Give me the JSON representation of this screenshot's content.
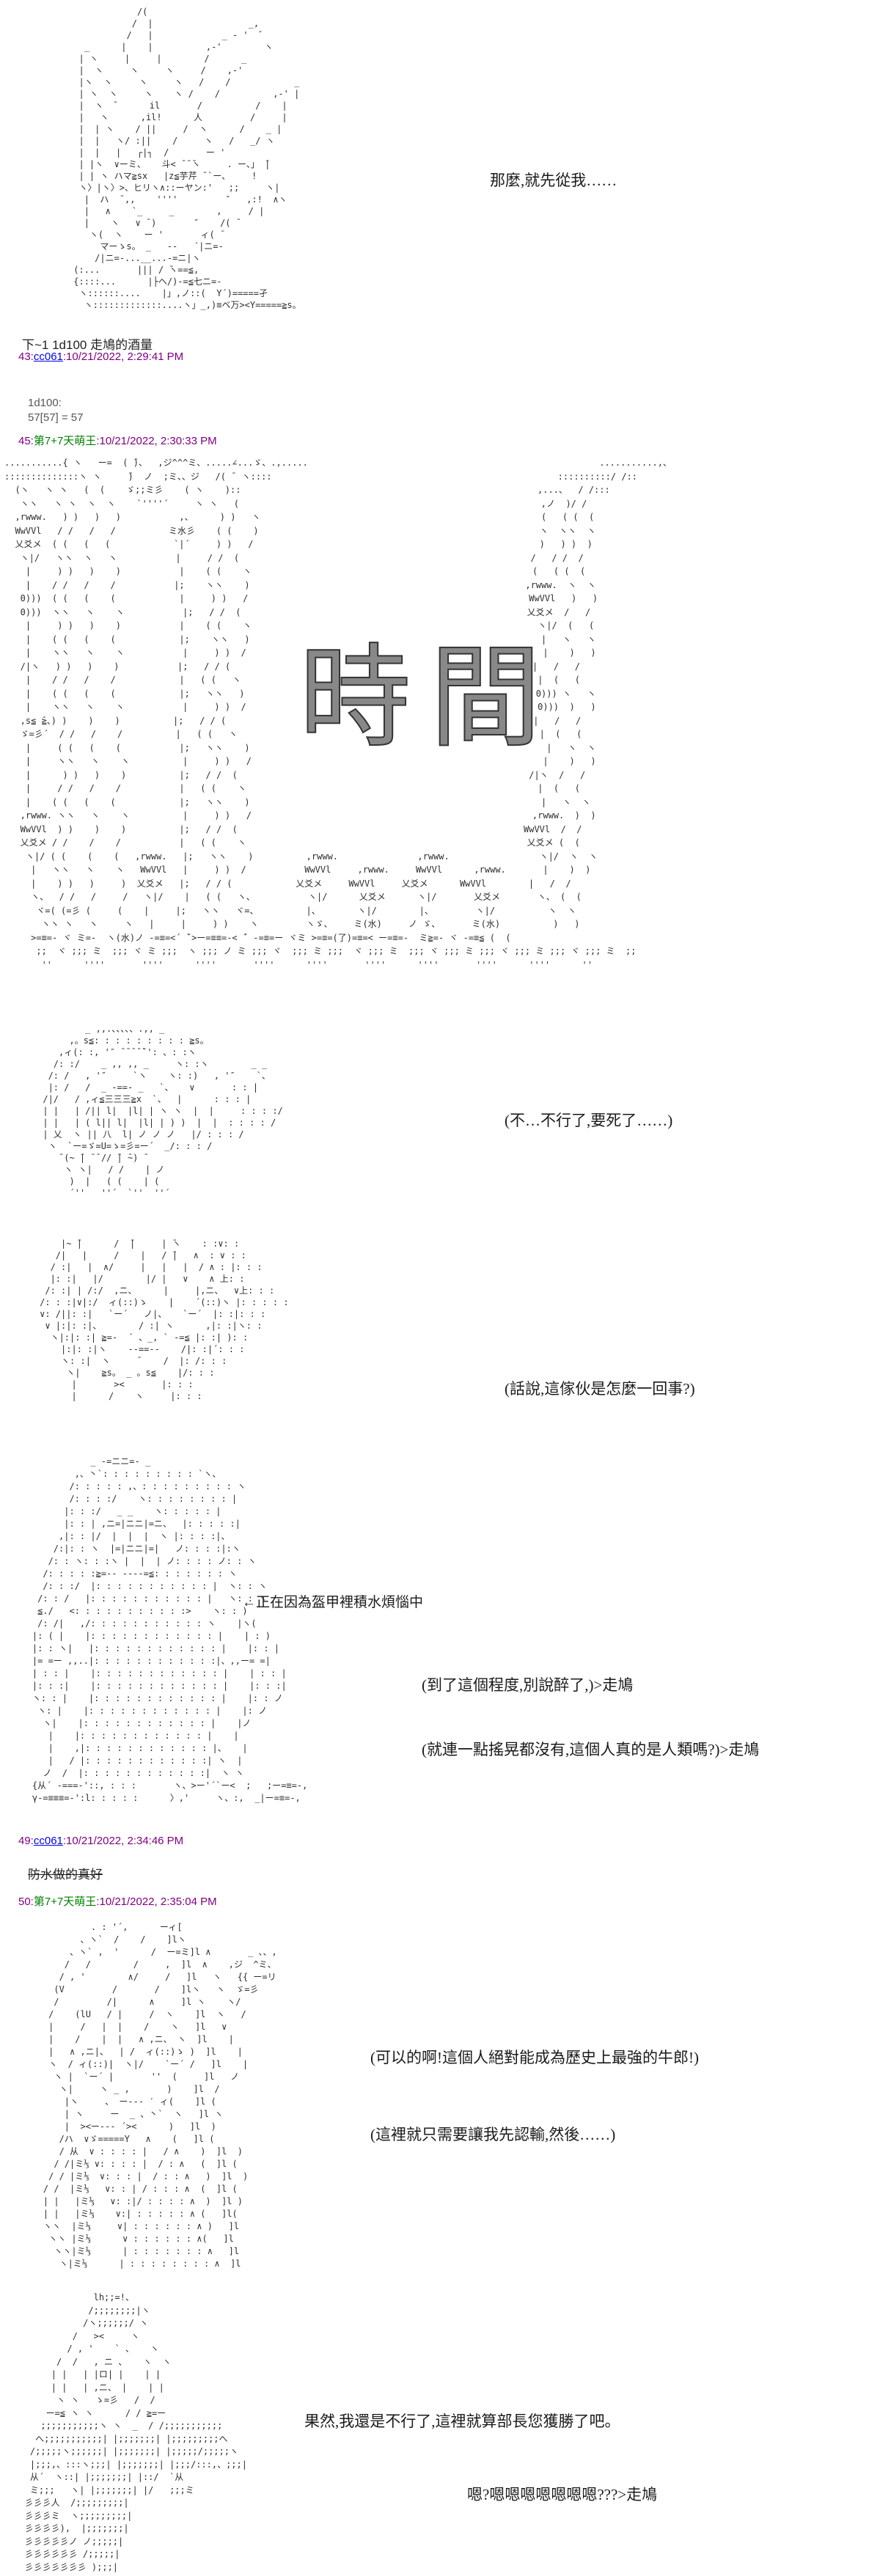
{
  "colors": {
    "header_purple": "#800080",
    "link_blue": "#0000EE",
    "name_green": "#008000",
    "body_text": "#000000"
  },
  "intro": {
    "dialogue": "那麼,就先從我……",
    "anchor": "下~1 1d100 走鳩的酒量",
    "aa": [
      "                      /(",
      "                     /  |                  _,",
      "                    /   |             _ - '  ゛",
      "            _      |    |          ,-'        ヽ",
      "           | ヽ     |     |        /      _",
      "           |  ヽ     ヽ     ヽ     /    ,-'",
      "           |ヽ  ヽ     ヽ     ヽ   /    /            _",
      "           | ヽ  ヽ     ヽ    ヽ /    /          ,-' |",
      "           |  ヽ  ゛     il       /          /    |",
      "           |   ヽ      ,il!      人         /     |",
      "           |  | ヽ    / ||     /  ヽ      /    _ |",
      "           |  |   ヽ/ :||    /     ヽ   /   _/ ヽ",
      "           |  |   |   ┌|┐  /       ー '",
      "           | |ヽ  ∨ーミ、   斗< ̄ ̄ ̄ヽ     . ー、」 ̄|",
      "           | | ヽ ハマ≧sx   |z≦芋芹 ̄ `ー、    !",
      "           ヽ〉|ヽ〉>、ヒリヽ∧::ーヤン:'   ;;     ヽ|",
      "            |  ハ  ̄ ,,    ''''         ″   ,:!  ∧ヽ",
      "            |   ∧    `_     _        ,     / |",
      "            |    ヽ   ∨ ̄ )       ″    /( ̄",
      "             ヽ(  ヽ    ー '       ィ( ̄",
      "               マーゝs。 _   -‐   ´|ニ=-",
      "              /|ニ=-...__...-=ニ|ヽ",
      "          (:...       ||| / ̄ヽ==≦,",
      "          {::::...      |├ヘ/)-=≦七ニ=-",
      "           ヽ::::::....    |」,ノ::(  Y´)=====孑",
      "            ヽ:::::::::::::....ヽ」_,)≡ベ万><Y=====≧s。"
    ]
  },
  "post43": {
    "no": "43:",
    "name": "cc061",
    "date": ":10/21/2022, 2:29:41 PM",
    "dice_label": "1d100:",
    "dice_result": "57[57] = 57"
  },
  "post45": {
    "no": "45:",
    "name": "第7+7天萌王",
    "date": ":10/21/2022, 2:30:33 PM",
    "time_kanji": "時間",
    "d_dying": "(不…不行了,要死了……)",
    "d_what": "(話說,這傢伙是怎麼一回事?)",
    "arrow_note": "←正在因為盔甲裡積水煩惱中",
    "d_drunk": "(到了這個程度,別說醉了,)>走鳩",
    "d_human": "(就連一點搖晃都沒有,這個人真的是人類嗎?)>走鳩",
    "aa_frame": [
      "...........{ ヽ   ー=  ( ̄)、  ,ジ^^^ミ、.....∠...ゞ、.,.....                                                       ...........,、",
      "::::::::::::::ヽ ヽ     ̄)  ノ  ;ミ、、ジ   /( ̄  ヽ::::                                                      ::::::::::/ /::",
      "  (ヽ   ヽ ヽ   (  (    ゞ;;ミ彡    ( ヽ    )::                                                        ,...、  / /:::",
      "   ヽヽ   ヽ ヽ  ヽ  ヽ    `''''´     ヽ ヽ   (                                                         ,ノ  )/ /",
      "  ,rwww.   ) )   )   )           ,、     ) )   ヽ                                                     (   ( (  (",
      "  WwVVl   / /   /   /          ミ水彡    ( (    )                                                     ヽ  ヽヽ  ヽ",
      "  乂爻メ  ( (   (   (            `|´     ) )   /                                                      )   ) )  )",
      "   ヽ|/   ヽヽ  ヽ   ヽ           |     / /  (                                                       /   / /  /",
      "    |     ) )   )    )           |    ( (    ヽ                                                     (   ( (  (",
      "    |    / /   /    /           |;    ヽヽ    )                                                    ,rwww.  ヽ  ヽ",
      "   0)))  ( (   (    (            |     ) )   /                                                     WwVVl   )   )",
      "   0)))  ヽヽ   ヽ    ヽ           |;   / /  (                                                      乂爻メ  /   /",
      "    |     ) )   )    )           |    ( (    ヽ                                                      ヽ|/  (   (",
      "    |    ( (   (    (            |;    ヽヽ   )                                                       |   ヽ   ヽ",
      "    |    ヽヽ   ヽ    ヽ           |     ) )  /                                                        |    )   )",
      "   /|ヽ   ) )   )    )           |;   / / (                                                         |   /   /",
      "    |    / /   /    /            |   ( (   ヽ                                                        |  (   (",
      "    |    ( (   (    (            |;   ヽヽ   )                                                       0))) ヽ   ヽ",
      "    |    ヽヽ   ヽ    ヽ           |     ) )  /                                                       0)))  )   )",
      "   ,s≦ ̄≧、) )    )    )          |;   / / (                                                          |   /   /",
      "   ゞ=彡´  / /   /    /          |   ( (   ヽ                                                         |  (   (",
      "    |     ( (   (    (           |;   ヽヽ    )                                                        |   ヽ  ヽ",
      "    |     ヽヽ   ヽ    ヽ          |     ) )   /                                                       |    )   )",
      "    |      ) )   )    )          |;   / /  (                                                       /|ヽ  /   /",
      "    |     / /   /    /           |   ( (    ヽ                                                       |  (   (",
      "    |    ( (   (    (            |;   ヽヽ    )                                                       |   ヽ  ヽ",
      "   ,rwww. ヽヽ   ヽ    ヽ          |     ) )   /                                                     ,rwww.  )  )",
      "   WwVVl  ) )    )    )          |;   / /  (                                                      WwVVl  /  /",
      "   乂爻メ / /    /    /           |   ( (    ヽ                                                     乂爻メ (  (",
      "    ヽ|/ ( (    (    (   ,rwww.   |;   ヽヽ    )          ,rwww.               ,rwww.                 ヽ|/  ヽ  ヽ",
      "     |   ヽヽ   ヽ    ヽ   WwVVl   |     ) )  /           WwVVl     ,rwww.     WwVVl      ,rwww.       |    )  )",
      "     |    ) )   )     )  乂爻メ   |;   / / (            乂爻メ     WwVVl     乂爻メ      WwVVl        |   /  /",
      "     ヽ、  / /   /     /   ヽ|/    |   ( (   ヽ、          ヽ|/      乂爻メ      ヽ|/       乂爻メ       ヽ、 (  (",
      "      ヾ=( (=彡 (     (    |     |;   ヽヽ   ヾ=、         |、       ヽ|/        |、        ヽ|/          ヽ  ヽ",
      "       ヽヽ ヽ   ヽ     ヽ   |     |     ) )    ヽ         ヽゞ、    ミ(水)     ノ ゞ、      ミ(水)          )   )",
      "     >=≡=- ヾ ミ=-  ヽ(水)ノ -=≡=<´ ̄`>ー=≡≡=-< ̄´ -=≡=ー ヾミ >=≡=(了)=≡=< ー=≡=-  ミ≧=- ヾ -=≡≦ (  (",
      "      ;;  ヾ ;;; ミ  ;;; ヾ ミ ;;;  ヽ ;;; ノ ミ ;;; ヾ  ;;; ミ ;;;  ヾ ;;; ミ  ;;; ヾ ;;; ミ ;;; ヾ ;;; ミ ;;; ヾ ;;; ミ  ;;",
      "       ''      ''''       ''''      ''''       ''''      ''''       ''''      ''''       ''''      ''''      ''"
    ],
    "aa_sleep": [
      "              _ ,,.、、、、、.,, _",
      "           ,。s≦: : : : : : : : : ≧s。",
      "         ,ィ(: :, '″ ̄ ̄ ̄ ̄ ̄`': 、: :ヽ",
      "        /: :/    _ ,, ,, _     ヽ: :ヽ        _ _",
      "       /: /   , '″     `ヽ    ヽ: :)   , '″    `、",
      "       |: /   /  _ -==- _   `、   ∨       : : |",
      "      /|/   / ,ィ≦三三三≧x  `、  |      : : : |",
      "      | |   | /|| l|  |l| | ヽ ヽ  |  |     : : : :/",
      "      | |   | ( l|| l|  |l| | ) )  |  |  : : : : /",
      "      | 乂  ヽ || 八  l| ノ ノ ノ   |/ : : : /",
      "       ヽ  `ー=ゞ=U=ゝ=彡=ー´  _/: : : /",
      "         ̄ (~ ̄| ̄ ̄ // ̄| ̄~) ̄",
      "          ヽ ヽ|   / /    | ノ",
      "           )  |   ( (    | (",
      "           ´''   ''´  `''  ''´"
    ],
    "aa_look": [
      "         |~ ̄|      /  ̄|     | ̄ヽ    : :∨: :",
      "        /|   |     /    |   / ̄|   ∧  : ∨ : :",
      "       / :|   |  ∧/     |   |   |  / ∧ : |: : :",
      "       |: :|   |/        |/ |   ∨    ∧ 上: :",
      "      /: :| | /:/  ,ニ、     |     |,ニ、  ∨上: : :",
      "     /: : :|∨|:/  ィ(::)ゝ    |    ´(::)ヽ |: : : : :",
      "     ∨: /||: :|   `ー´   ノ|、   `ー´  |: :|: : :",
      "      ∨ |:|: :|、       / :| ヽ      ,|: :|ヽ: :",
      "       ヽ|:|: :| ≧=-  ´ 、_, ` -=≦ |: :| ): :",
      "         |:|: :|ヽ    -‐==‐-    /|: :|´: : :",
      "         ヽ: :|  ヽ     ̄     /  |: /: : :",
      "          ヽ|    ≧s。 _ 。s≦    |/: : :",
      "           |       ><       |: : :",
      "           |      /    ヽ     |: : :"
    ],
    "aa_armor": [
      "               _ -=ニニ=- _",
      "            ,、丶`: : : : : : : : : `ヽ、",
      "           /: : : : : ,、: : : : : : : : : ヽ",
      "           /: : : :/    ヽ: : : : : : : : |",
      "          |: : :/   _ _    ヽ: : : : : |",
      "          |: : | ,ニ=|ニニ|=ニ、  |: : : : :|",
      "         ,|: : |/  |  |  |  ヽ |: : : :|、",
      "        /:|: : ヽ  |=|ニニ|=|   ノ: : : :|:ヽ",
      "       /: : ヽ: : :ヽ |  |  | ノ: : : : ノ: : ヽ",
      "      /: : : : :≧=-- ----=≦: : : : : : : ヽ",
      "      /: : :/  |: : : : : : : : : : : |  ヽ: : ヽ",
      "     /: : /   |: : : : : : : : : : : |   ヽ: : ヽ",
      "     ≦./   <: : : : : : : : : : :>    ヽ: : )",
      "     /: /|   ,/: : : : : : : : : : : ヽ    |ヽ(",
      "    |: ( |    |: : : : : : : : : : : : |    | : )",
      "    |: : ヽ|   |: : : : : : : : : : : : |    |: : |",
      "    |= =ー ,,..|: : : : : : : : : : : :|、,,ー= =|",
      "    | : : |    |: : : : : : : : : : : : |    | : : |",
      "    |: : :|    |: : : : : : : : : : : : |    |: : :|",
      "    ヽ: : |    |: : : : : : : : : : : : |    |: : ノ",
      "     ヽ: |    |: : : : : : : : : : : : |    |: ノ",
      "      ヽ|    |: : : : : : : : : : : : |    |ノ",
      "       |    |: : : : : : : : : : : : |    |",
      "       |    ,|: : : : : : : : : : : : |、   |",
      "       |   / |: : : : : : : : : : : :| ヽ  |",
      "      ノ  /  |: : : : : : : : : : : :|  ヽ ヽ",
      "    {从´ -===-'::, : : :       ヽ、>ー'´`ー<  ;   ;ー=≡=-,",
      "    γ-=≡≡≡=-':l: : : : :      〉,'     ヽ、:,  _|ー=≡=-,"
    ]
  },
  "post49": {
    "no": "49:",
    "name": "cc061",
    "date": ":10/21/2022, 2:34:46 PM",
    "body": "防水做的真好"
  },
  "post50": {
    "no": "50:",
    "name": "第7+7天萌王",
    "date": ":10/21/2022, 2:35:04 PM",
    "d_host": "(可以的啊!這個人絕對能成為歷史上最強的牛郎!)",
    "d_plan": "(這裡就只需要讓我先認輸,然後……)",
    "d_giveup": "果然,我還是不行了,這裡就算部長您獲勝了吧。",
    "d_confused": "嗯?嗯嗯嗯嗯嗯嗯嗯???>走鳩",
    "aa_host": [
      "             . : '´,      ーィ[",
      "           、ヽ`  /    /    ]lヽ",
      "         、ヽ` ,  '      /  ー=ミ]l ∧       _ 、、,",
      "        /   /        /     ,  ]l  ∧    ,ジ  ^ミ、",
      "       / , '        ∧/     /   ]l   ヽ   {{ ー=リ",
      "      (V         /       /    ]lヽ   ヽ  ゞ=彡",
      "      /         /|      ∧     ]l ヽ    ヽ/",
      "     /    (lU   / |     /  ヽ    ]l  ヽ   /",
      "     |     /   |  |    /    ヽ   ]l   ∨",
      "     |    /    |  |   ∧ ,ニ、 ヽ  ]l    |",
      "     |   ∧ ,ニ|、  | /  ィ(::)ゝ )  ]l    |",
      "     ヽ  / ィ(::)|  ヽ|/    `ー´ /   ]l    |",
      "      ヽ |  `ー´ |       ''  (     ]l   ノ",
      "       ヽ|     ヽ _ ,       )    ]l  /",
      "        |ヽ     、 ー--‐ ′ ィ(    ]l (",
      "        | ヽ     ー  _ 、丶`  ヽ   ]l ヽ",
      "        |  ><ー--‐ ´><      )   ]l  )",
      "       /ハ  ∨ゞ=====Y   ∧    (   ]l (",
      "       / 从  ∨ : : : : |   / ∧    )  ]l  )",
      "      / /|ミ⅓ ∨: : : : |  / : ∧   (  ]l (",
      "     / / |ミ⅓  ∨: : : |  / : : ∧   )  ]l  )",
      "    / /  |ミ⅓   ∨: : | / : : : ∧  (  ]l (",
      "    | |   |ミ⅓   ∨: :|/ : : : : ∧  )  ]l )",
      "    | |   |ミ⅓    ∨:| : : : : : ∧ (   ]l(",
      "    ヽヽ  |ミ⅓     ∨| : : : : : : ∧ )   ]l",
      "     ヽヽ |ミ⅓      ∨ : : : : : : ∧(   ]l",
      "      ヽヽ|ミ⅓      | : : : : : : : ∧   ]l",
      "       ヽ|ミ⅓      | : : : : : : : : ∧  ]l"
    ],
    "aa_final": [
      "                lh;;=!、",
      "               /;;;;;;;;|ヽ",
      "              /ヽ;;;;;;/ ヽ",
      "            /   ><     ヽ",
      "           / , '    ` 、   ヽ",
      "         /  /   , ニ 、   ヽ  ヽ",
      "        | |   | |ロ| |    | |",
      "        | |   | ,ニ、 |    | |",
      "         ヽ ヽ   ゝ=彡   /  /",
      "       ー=≦ ヽ ヽ      / / ≧=ー",
      "      ;;;;;;;;;;;ヽ ヽ  _  / /;;;;;;;;;;;",
      "     へ;;;;;;;;;;;| |;;;;;;;| |;;;;;;;;;へ",
      "    /;;;;;ヽ;;;;;;| |;;;;;;;| |;;;;;/;;;;;ヽ",
      "    |;;;,、:::ヽ;;;| |;;;;;;;| |;;;/:::,、;;;|",
      "    从´  ヽ::| |;;;;;;;| |::/  `从",
      "    ミ;;;   ヽ| |;;;;;;;| |/   ;;;ミ",
      "   彡彡彡人  /;;;;;;;;;|",
      "   彡彡彡ミ  ヽ;;;;;;;;;|",
      "   彡彡彡彡),  |;;;;;;;|",
      "   彡彡彡彡彡ノ ノ;;;;;|",
      "   彡彡彡彡彡彡 /;;;;;|",
      "   彡彡彡彡彡彡彡 );;;|"
    ]
  }
}
